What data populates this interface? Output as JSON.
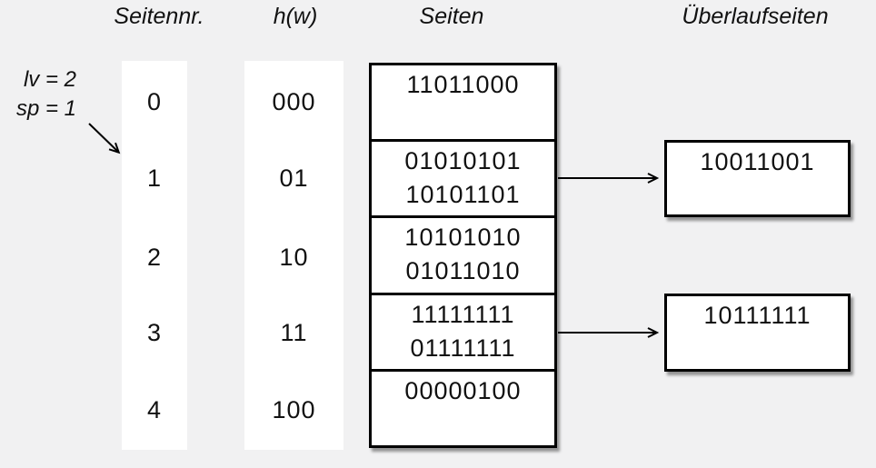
{
  "diagram": {
    "headers": {
      "pagenr": "Seitennr.",
      "hash": "h(w)",
      "pages": "Seiten",
      "overflow": "Überlaufseiten"
    },
    "annotation": {
      "level": "lv = 2",
      "split_pointer": "sp = 1"
    },
    "rows": [
      {
        "pagenr": "0",
        "hash": "000",
        "values": [
          "11011000"
        ]
      },
      {
        "pagenr": "1",
        "hash": "01",
        "values": [
          "01010101",
          "10101101"
        ],
        "overflow": [
          "10011001"
        ]
      },
      {
        "pagenr": "2",
        "hash": "10",
        "values": [
          "10101010",
          "01011010"
        ]
      },
      {
        "pagenr": "3",
        "hash": "11",
        "values": [
          "11111111",
          "01111111"
        ],
        "overflow": [
          "10111111"
        ]
      },
      {
        "pagenr": "4",
        "hash": "100",
        "values": [
          "00000100"
        ]
      }
    ],
    "colors": {
      "background": "#f1f1f2",
      "box_fill": "#ffffff",
      "line": "#000000",
      "text": "#111111"
    }
  }
}
